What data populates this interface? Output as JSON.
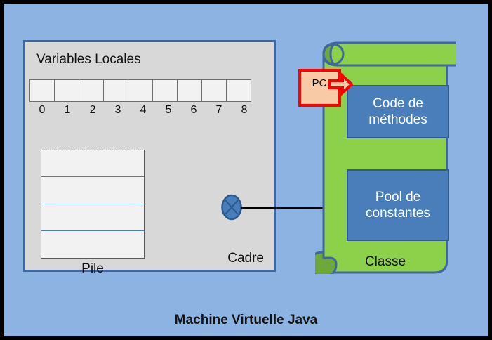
{
  "diagram": {
    "title": "Machine Virtuelle Java",
    "background_color": "#8CB3E2",
    "border_color": "#000000"
  },
  "frame": {
    "name": "Cadre",
    "label": "Cadre",
    "fill": "#D8D8D8",
    "border": "#41689E",
    "local_variables": {
      "title": "Variables Locales",
      "slot_count": 9,
      "slot_labels": [
        "0",
        "1",
        "2",
        "3",
        "4",
        "5",
        "6",
        "7",
        "8"
      ],
      "slot_values": [
        "",
        "",
        "",
        "",
        "",
        "",
        "",
        "",
        ""
      ]
    },
    "stack": {
      "label": "Pile",
      "row_count": 4,
      "divider_color": "#4A7EBB",
      "top_edge_style": "dashed"
    }
  },
  "connector": {
    "icon": "circle-x-icon",
    "fill": "#4A7EBB",
    "border": "#2E5B8F",
    "arrow_target": "Pool de constantes"
  },
  "program_counter": {
    "label": "PC",
    "fill": "#F8CBA6",
    "border": "#FF0000",
    "arrow_icon": "right-arrow-icon",
    "points_to": "Code de méthodes"
  },
  "class_scroll": {
    "label": "Classe",
    "fill": "#8DD04A",
    "border": "#41689E",
    "curl_fill": "#6FA83A",
    "boxes": [
      {
        "label": "Code de méthodes",
        "fill": "#4A7EBB",
        "border": "#2E5B8F"
      },
      {
        "label": "Pool de constantes",
        "fill": "#4A7EBB",
        "border": "#2E5B8F"
      }
    ]
  }
}
